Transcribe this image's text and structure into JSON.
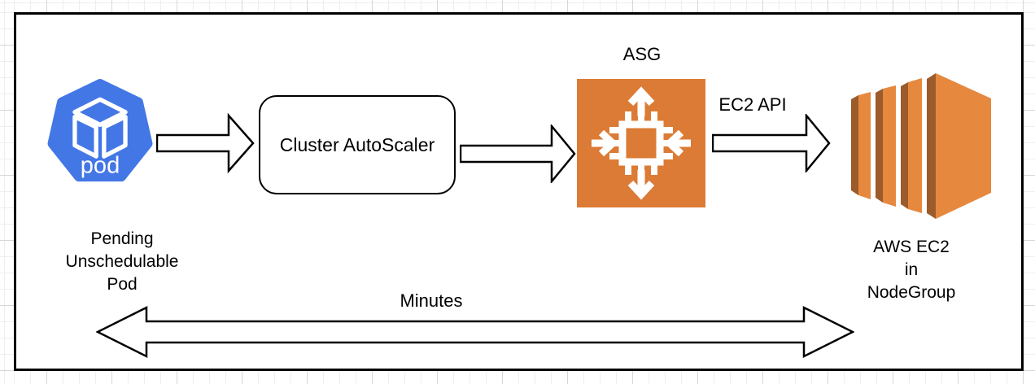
{
  "pod": {
    "icon_label": "pod",
    "caption": "Pending\nUnschedulable\nPod"
  },
  "autoscaler": {
    "label": "Cluster AutoScaler"
  },
  "asg": {
    "title": "ASG"
  },
  "ec2_api": {
    "label": "EC2 API"
  },
  "ec2": {
    "caption": "AWS EC2\nin\nNodeGroup"
  },
  "timeline": {
    "label": "Minutes"
  },
  "icons": {
    "pod": "kubernetes-pod-icon",
    "asg": "aws-autoscaling-group-icon",
    "ec2": "aws-ec2-icon"
  },
  "colors": {
    "pod_blue": "#4377E6",
    "asg_orange": "#DC7B35",
    "ec2_front": "#E6883E",
    "ec2_side": "#9B5B2B",
    "stroke_black": "#000000",
    "canvas_bg": "#ffffff"
  }
}
